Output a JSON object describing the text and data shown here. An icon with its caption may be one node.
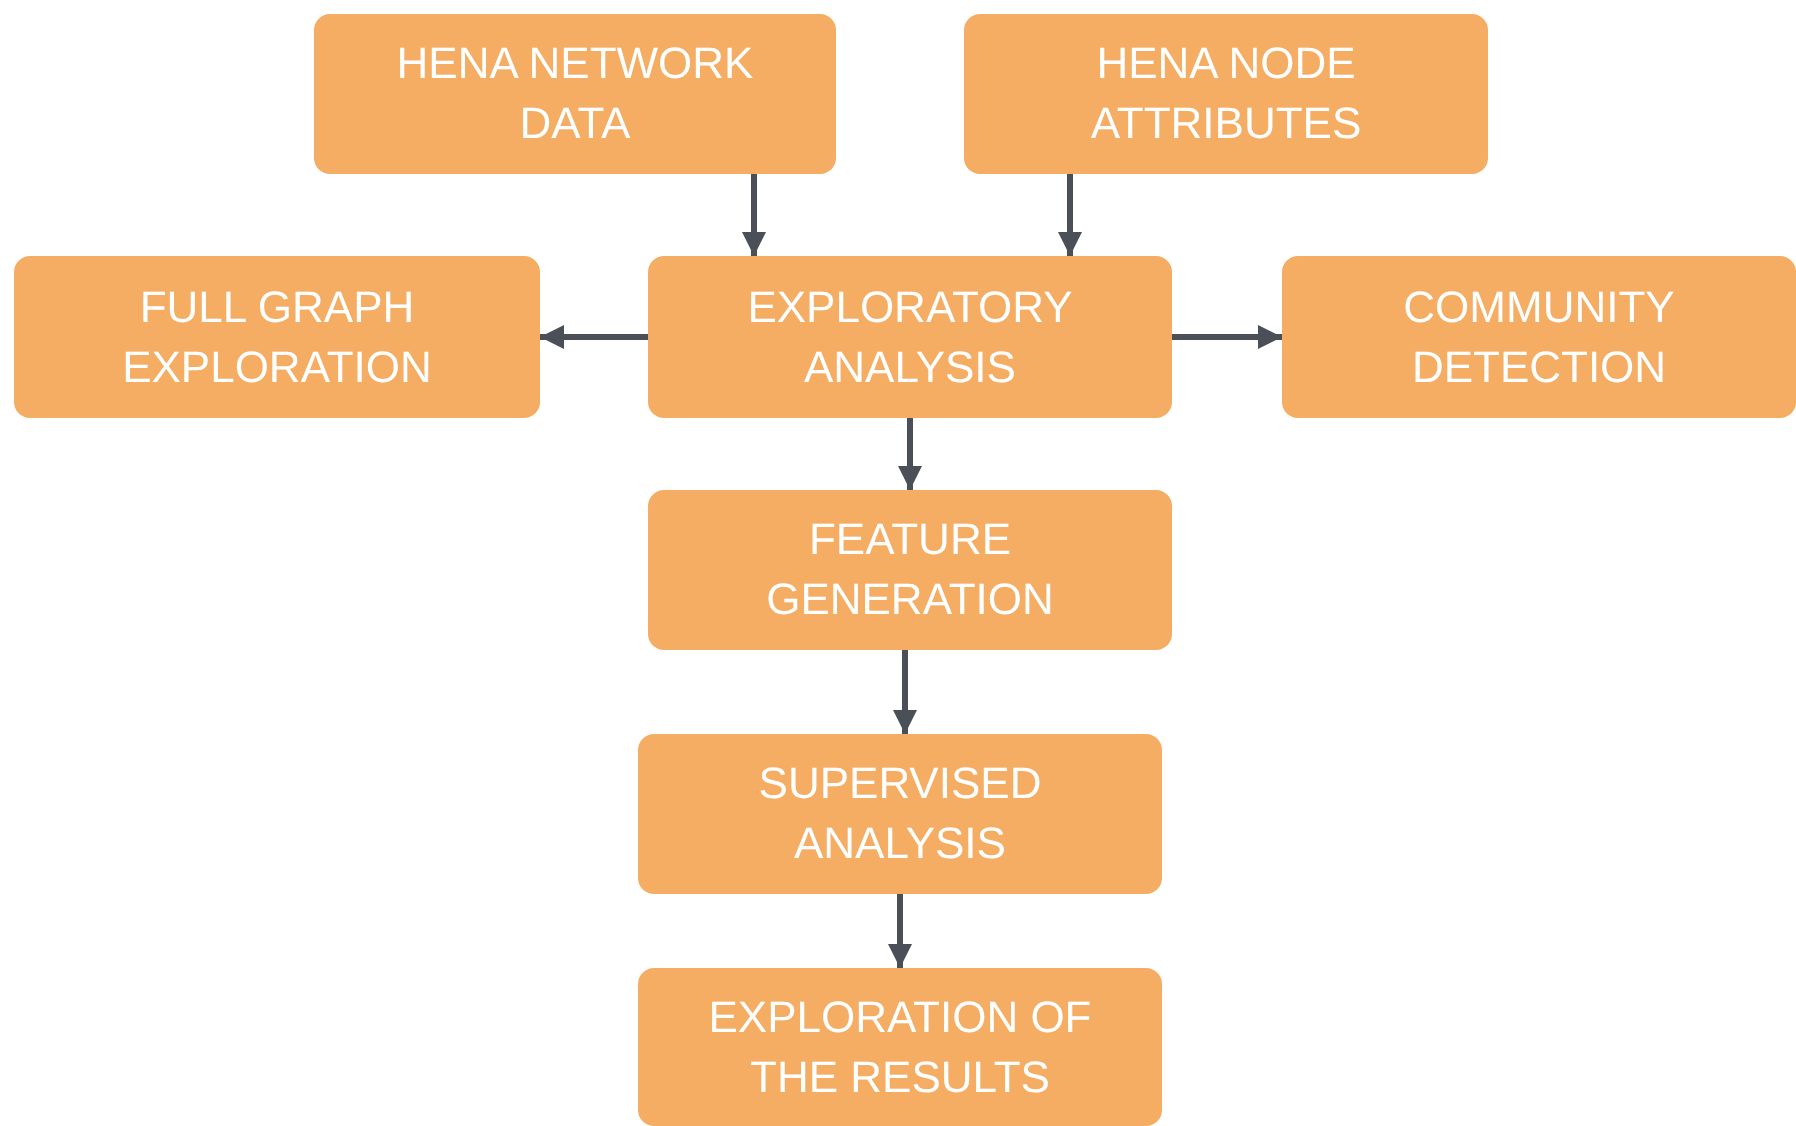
{
  "diagram": {
    "nodes": [
      {
        "text": [
          "HENA NETWORK DATA"
        ]
      },
      {
        "text": [
          "HENA NODE ATTRIBUTES"
        ]
      },
      {
        "text": [
          "FULL GRAPH EXPLORATION"
        ]
      },
      {
        "text": [
          "EXPLORATORY ANALYSIS"
        ]
      },
      {
        "text": [
          "COMMUNITY DETECTION"
        ]
      },
      {
        "text": [
          "FEATURE GENERATION"
        ]
      },
      {
        "text": [
          "SUPERVISED ANALYSIS"
        ]
      },
      {
        "text": [
          "EXPLORATION OF THE RESULTS"
        ]
      }
    ],
    "edges": [
      {
        "from": 0,
        "to": 3,
        "arrow": "to"
      },
      {
        "from": 1,
        "to": 3,
        "arrow": "to"
      },
      {
        "from": 3,
        "to": 2,
        "arrow": "to"
      },
      {
        "from": 3,
        "to": 4,
        "arrow": "to"
      },
      {
        "from": 3,
        "to": 5,
        "arrow": "to"
      },
      {
        "from": 5,
        "to": 6,
        "arrow": "to"
      },
      {
        "from": 6,
        "to": 7,
        "arrow": "to"
      }
    ]
  }
}
